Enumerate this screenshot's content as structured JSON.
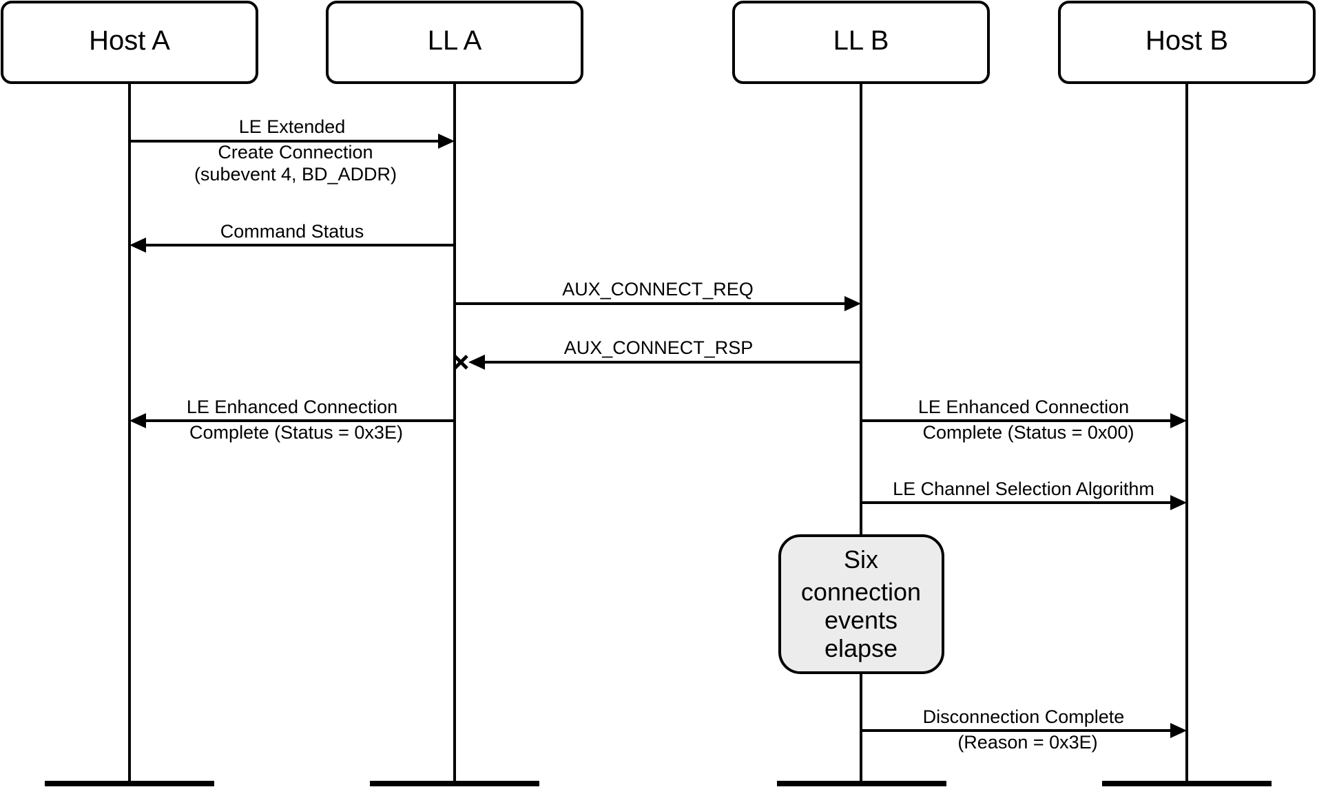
{
  "participants": [
    {
      "id": "hostA",
      "label": "Host A"
    },
    {
      "id": "llA",
      "label": "LL A"
    },
    {
      "id": "llB",
      "label": "LL B"
    },
    {
      "id": "hostB",
      "label": "Host B"
    }
  ],
  "messages": [
    {
      "from": "hostA",
      "to": "llA",
      "lines": [
        "LE Extended",
        "Create Connection",
        "(subevent 4, BD_ADDR)"
      ]
    },
    {
      "from": "llA",
      "to": "hostA",
      "lines": [
        "Command Status"
      ]
    },
    {
      "from": "llA",
      "to": "llB",
      "lines": [
        "AUX_CONNECT_REQ"
      ]
    },
    {
      "from": "llB",
      "to": "llA",
      "lines": [
        "AUX_CONNECT_RSP"
      ],
      "lost": true
    },
    {
      "from": "llA",
      "to": "hostA",
      "lines": [
        "LE Enhanced Connection",
        "Complete (Status = 0x3E)"
      ]
    },
    {
      "from": "llB",
      "to": "hostB",
      "lines": [
        "LE Enhanced Connection",
        "Complete (Status = 0x00)"
      ]
    },
    {
      "from": "llB",
      "to": "hostB",
      "lines": [
        "LE Channel Selection Algorithm"
      ]
    },
    {
      "from": "llB",
      "to": "hostB",
      "lines": [
        "Disconnection Complete",
        "(Reason = 0x3E)"
      ]
    }
  ],
  "note": {
    "on": "llB",
    "lines": [
      "Six",
      "connection",
      "events",
      "elapse"
    ]
  }
}
